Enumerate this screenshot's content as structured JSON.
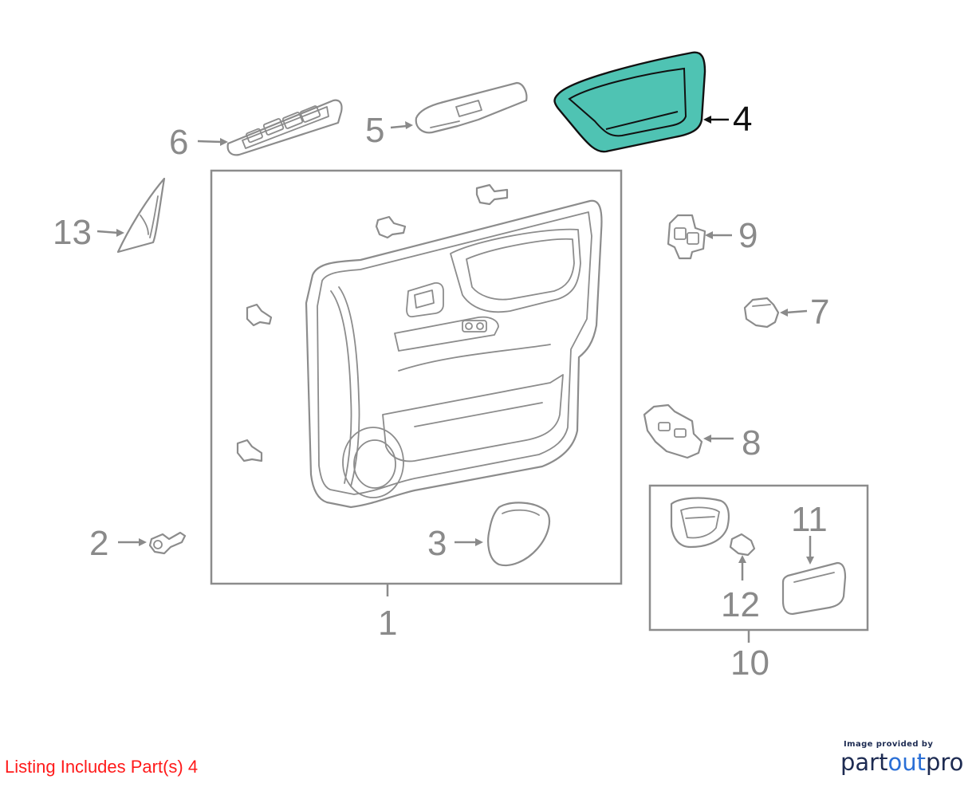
{
  "diagram": {
    "highlight_color": "#4fc3b3",
    "callouts": [
      {
        "id": "1",
        "label": "1"
      },
      {
        "id": "2",
        "label": "2"
      },
      {
        "id": "3",
        "label": "3"
      },
      {
        "id": "4",
        "label": "4",
        "highlighted": true
      },
      {
        "id": "5",
        "label": "5"
      },
      {
        "id": "6",
        "label": "6"
      },
      {
        "id": "7",
        "label": "7"
      },
      {
        "id": "8",
        "label": "8"
      },
      {
        "id": "9",
        "label": "9"
      },
      {
        "id": "10",
        "label": "10"
      },
      {
        "id": "11",
        "label": "11"
      },
      {
        "id": "12",
        "label": "12"
      },
      {
        "id": "13",
        "label": "13"
      }
    ]
  },
  "footer": {
    "note": "Listing Includes Part(s) 4",
    "note_color": "#ff1a1a"
  },
  "brand": {
    "caption": "Image provided by",
    "name_part1": "part",
    "name_part2": "out",
    "name_part3": "pro"
  }
}
